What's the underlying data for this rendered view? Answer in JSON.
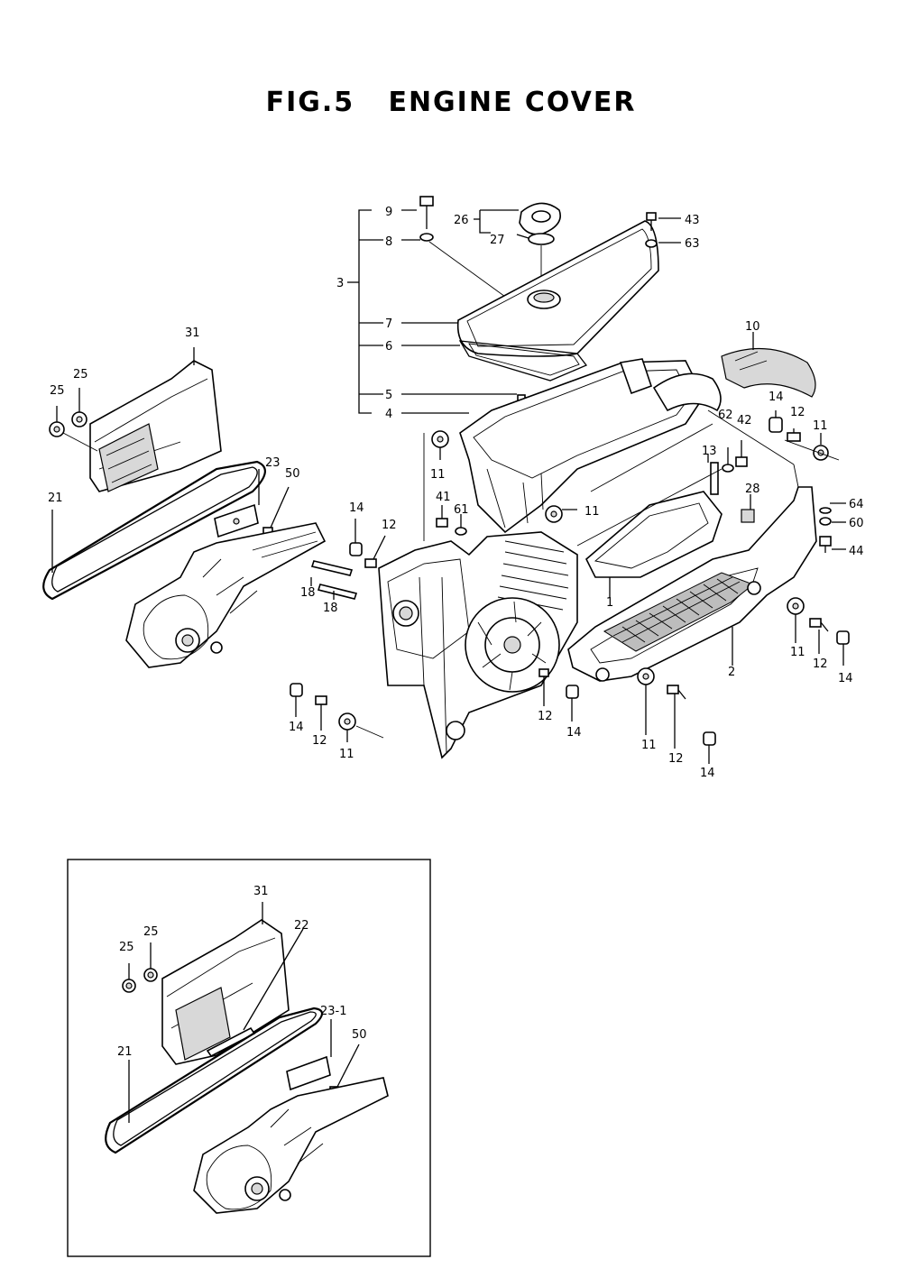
{
  "title": "FIG.5   ENGINE COVER",
  "main_labels": [
    "9",
    "8",
    "3",
    "7",
    "6",
    "5",
    "4",
    "26",
    "27",
    "43",
    "63",
    "10",
    "14",
    "12",
    "11",
    "42",
    "62",
    "13",
    "28",
    "64",
    "60",
    "44",
    "31",
    "25",
    "25",
    "21",
    "23",
    "50",
    "14",
    "12",
    "18",
    "18",
    "11",
    "41",
    "61",
    "11",
    "1",
    "2",
    "11",
    "12",
    "14",
    "14",
    "12",
    "11",
    "12",
    "14",
    "11",
    "12",
    "14"
  ],
  "inset_labels": [
    "31",
    "22",
    "25",
    "25",
    "21",
    "23-1",
    "50"
  ]
}
